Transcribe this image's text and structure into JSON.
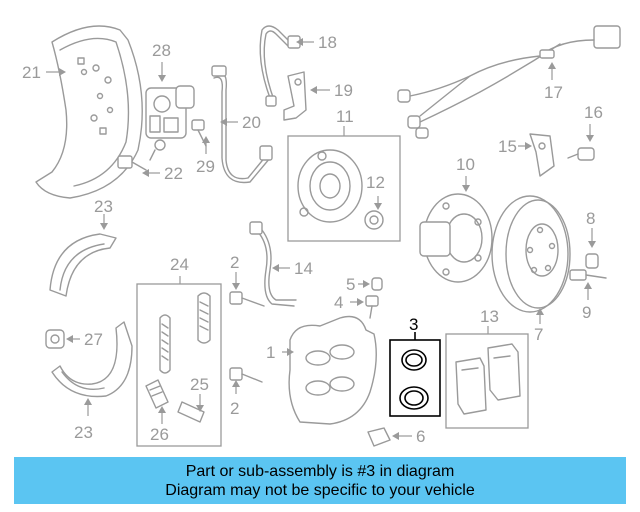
{
  "diagram": {
    "highlighted_callout": "3",
    "callouts": {
      "c1": "1",
      "c2a": "2",
      "c2b": "2",
      "c3": "3",
      "c4": "4",
      "c5": "5",
      "c6": "6",
      "c7": "7",
      "c8": "8",
      "c9": "9",
      "c10": "10",
      "c11": "11",
      "c12": "12",
      "c13": "13",
      "c14": "14",
      "c15": "15",
      "c16": "16",
      "c17": "17",
      "c18": "18",
      "c19": "19",
      "c20": "20",
      "c21": "21",
      "c22": "22",
      "c23a": "23",
      "c23b": "23",
      "c24": "24",
      "c25": "25",
      "c26": "26",
      "c27": "27",
      "c28": "28",
      "c29": "29"
    }
  },
  "banner": {
    "line1": "Part or sub-assembly is #3 in diagram",
    "line2": "Diagram may not be specific to your vehicle",
    "background": "#5bc5f2"
  }
}
